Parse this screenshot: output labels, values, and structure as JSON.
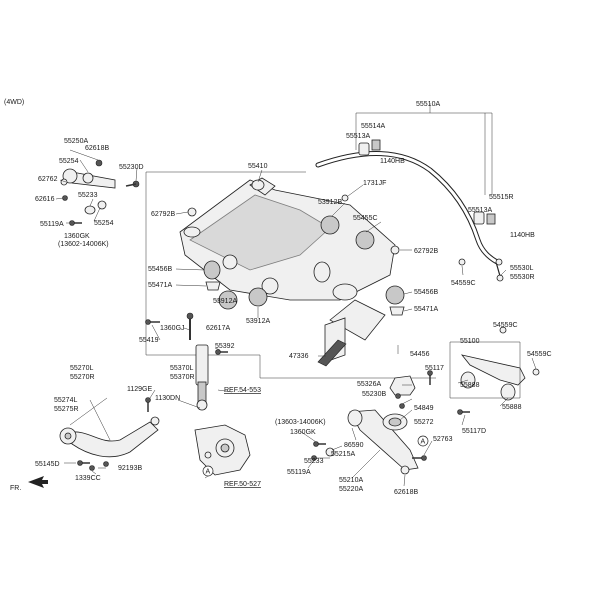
{
  "header": {
    "variant": "(4WD)"
  },
  "direction": {
    "label": "FR."
  },
  "markers": {
    "a1": "A",
    "a2": "A"
  },
  "refs": {
    "ref1": "REF.54-553",
    "ref2": "REF.50-527"
  },
  "labels": [
    {
      "key": "55510A",
      "text": "55510A"
    },
    {
      "key": "55514A",
      "text": "55514A"
    },
    {
      "key": "55513A_top",
      "text": "55513A"
    },
    {
      "key": "1140HB_top",
      "text": "1140HB"
    },
    {
      "key": "55250A",
      "text": "55250A"
    },
    {
      "key": "62618B_top",
      "text": "62618B"
    },
    {
      "key": "55254_top",
      "text": "55254"
    },
    {
      "key": "55230D",
      "text": "55230D"
    },
    {
      "key": "62762",
      "text": "62762"
    },
    {
      "key": "62616",
      "text": "62616"
    },
    {
      "key": "55233_left",
      "text": "55233"
    },
    {
      "key": "55254_left",
      "text": "55254"
    },
    {
      "key": "55119A_left",
      "text": "55119A"
    },
    {
      "key": "1360GK_left",
      "text": "1360GK"
    },
    {
      "key": "range_left",
      "text": "(13602-14006K)"
    },
    {
      "key": "55410",
      "text": "55410"
    },
    {
      "key": "1731JF",
      "text": "1731JF"
    },
    {
      "key": "53912B",
      "text": "53912B"
    },
    {
      "key": "55515R",
      "text": "55515R"
    },
    {
      "key": "55513A_right",
      "text": "55513A"
    },
    {
      "key": "1140HB_right",
      "text": "1140HB"
    },
    {
      "key": "62792B_left",
      "text": "62792B"
    },
    {
      "key": "55455C",
      "text": "55455C"
    },
    {
      "key": "62792B_right",
      "text": "62792B"
    },
    {
      "key": "55456B_left",
      "text": "55456B"
    },
    {
      "key": "55471A_left",
      "text": "55471A"
    },
    {
      "key": "53912A_a",
      "text": "53912A"
    },
    {
      "key": "53912A_b",
      "text": "53912A"
    },
    {
      "key": "55530L",
      "text": "55530L"
    },
    {
      "key": "55530R",
      "text": "55530R"
    },
    {
      "key": "54559C_top",
      "text": "54559C"
    },
    {
      "key": "55456B_right",
      "text": "55456B"
    },
    {
      "key": "55471A_right",
      "text": "55471A"
    },
    {
      "key": "55419",
      "text": "55419"
    },
    {
      "key": "1360GJ",
      "text": "1360GJ"
    },
    {
      "key": "62617A",
      "text": "62617A"
    },
    {
      "key": "55392",
      "text": "55392"
    },
    {
      "key": "47336",
      "text": "47336"
    },
    {
      "key": "54456",
      "text": "54456"
    },
    {
      "key": "54559C_r1",
      "text": "54559C"
    },
    {
      "key": "55100",
      "text": "55100"
    },
    {
      "key": "54559C_r2",
      "text": "54559C"
    },
    {
      "key": "55270L",
      "text": "55270L"
    },
    {
      "key": "55270R",
      "text": "55270R"
    },
    {
      "key": "55370L",
      "text": "55370L"
    },
    {
      "key": "55370R",
      "text": "55370R"
    },
    {
      "key": "55326A",
      "text": "55326A"
    },
    {
      "key": "55230B",
      "text": "55230B"
    },
    {
      "key": "55117",
      "text": "55117"
    },
    {
      "key": "55888_a",
      "text": "55888"
    },
    {
      "key": "55888_b",
      "text": "55888"
    },
    {
      "key": "1129GE",
      "text": "1129GE"
    },
    {
      "key": "55274L",
      "text": "55274L"
    },
    {
      "key": "55275R",
      "text": "55275R"
    },
    {
      "key": "1130DN",
      "text": "1130DN"
    },
    {
      "key": "54849",
      "text": "54849"
    },
    {
      "key": "55272",
      "text": "55272"
    },
    {
      "key": "55117D",
      "text": "55117D"
    },
    {
      "key": "range_mid",
      "text": "(13603-14006K)"
    },
    {
      "key": "1360GK_mid",
      "text": "1360GK"
    },
    {
      "key": "86590",
      "text": "86590"
    },
    {
      "key": "55215A",
      "text": "55215A"
    },
    {
      "key": "55233_mid",
      "text": "55233"
    },
    {
      "key": "55119A_mid",
      "text": "55119A"
    },
    {
      "key": "52763",
      "text": "52763"
    },
    {
      "key": "55145D",
      "text": "55145D"
    },
    {
      "key": "92193B",
      "text": "92193B"
    },
    {
      "key": "1339CC",
      "text": "1339CC"
    },
    {
      "key": "55210A",
      "text": "55210A"
    },
    {
      "key": "55220A",
      "text": "55220A"
    },
    {
      "key": "62618B_bottom",
      "text": "62618B"
    }
  ]
}
